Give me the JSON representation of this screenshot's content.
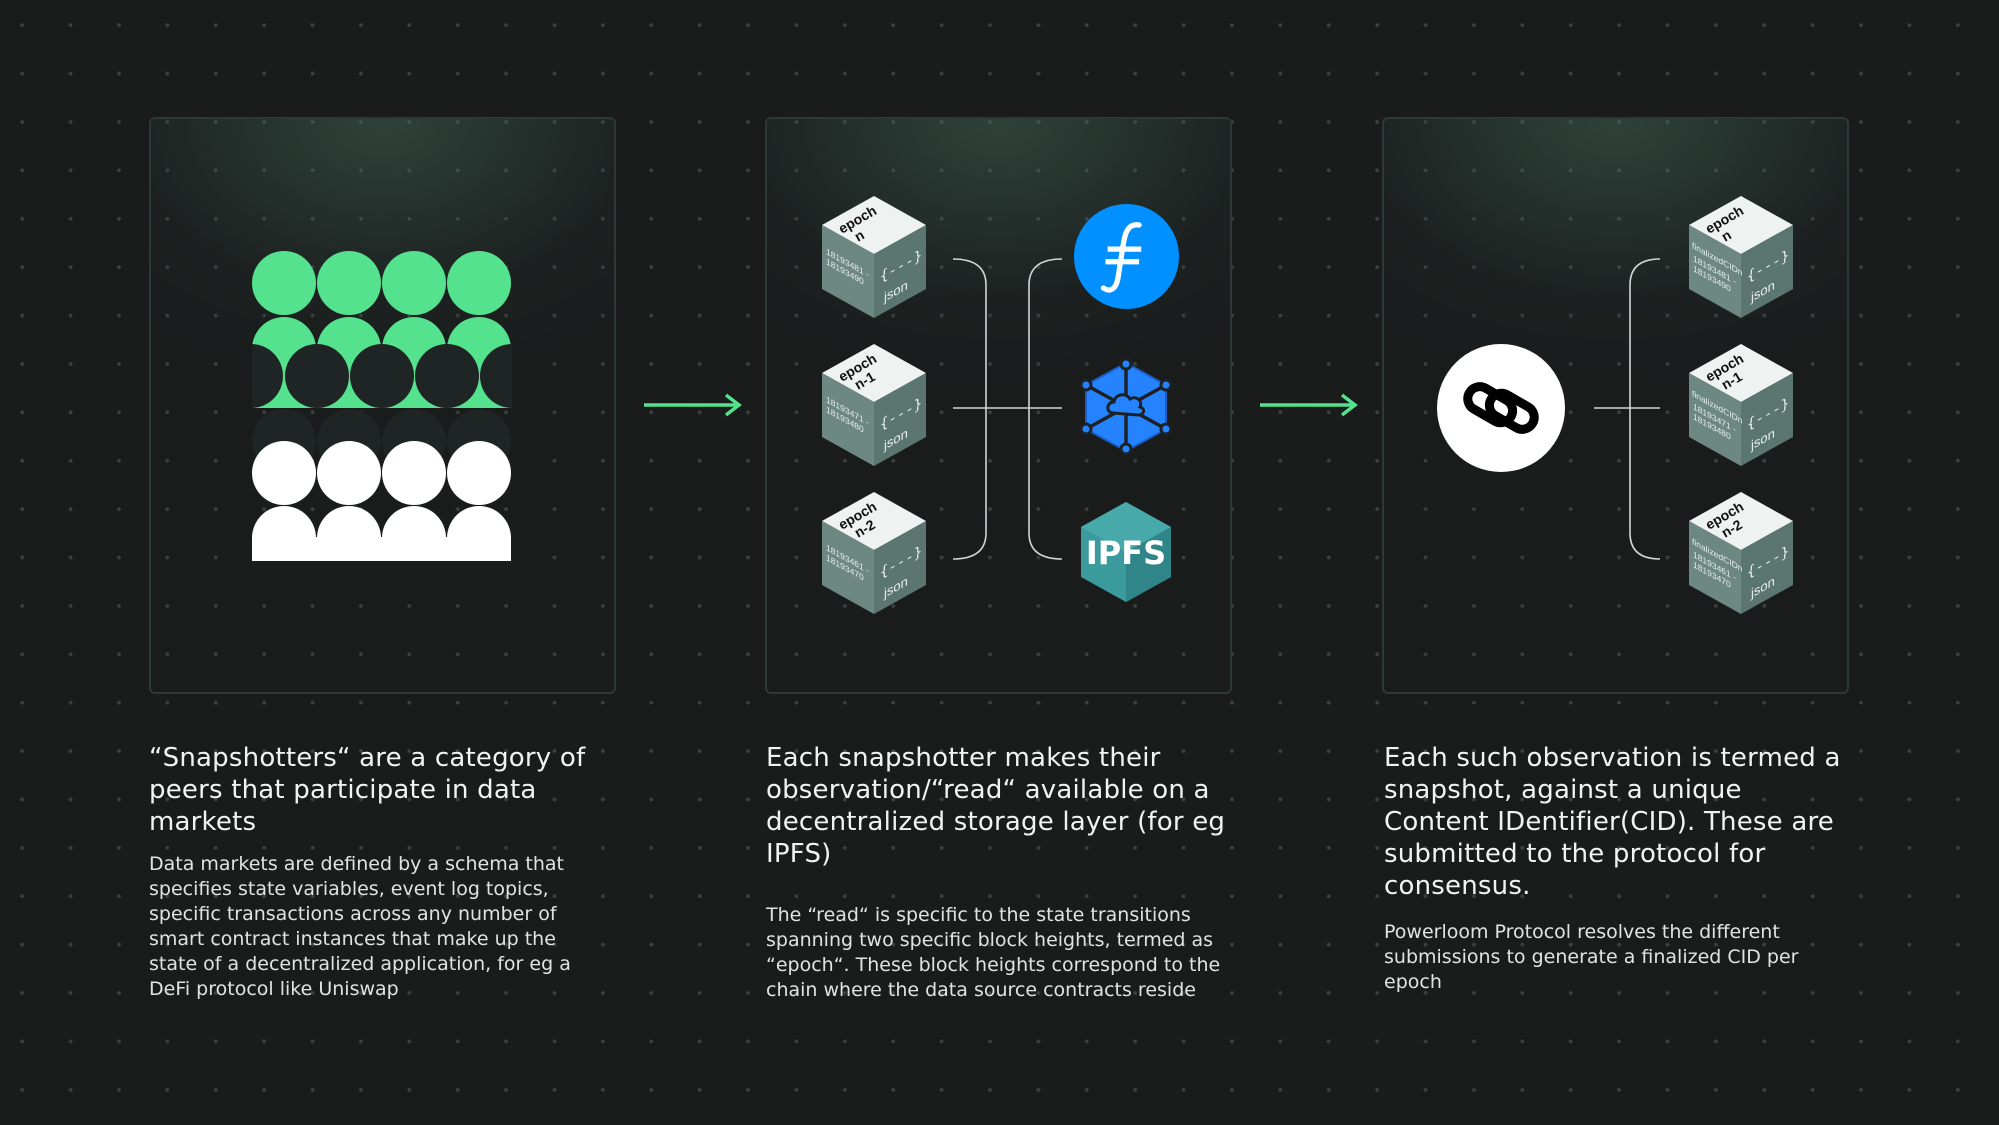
{
  "colors": {
    "accent_green": "#55e28f",
    "background": "#1a1c1c",
    "filecoin_blue": "#0090ff",
    "storj_blue": "#2683ff",
    "ipfs_teal": "#469ea2"
  },
  "icons": [
    "snapshotters-peers-icon",
    "arrow-right-icon",
    "filecoin-icon",
    "storj-icon",
    "ipfs-icon",
    "powerloom-logo-icon"
  ],
  "ipfs_label": "IPFS",
  "cubes_middle": [
    {
      "title1": "epoch",
      "title2": "n",
      "range1": "18193481 -",
      "range2": "18193490",
      "brace": "{---}",
      "format": "json"
    },
    {
      "title1": "epoch",
      "title2": "n-1",
      "range1": "18193471 -",
      "range2": "18193480",
      "brace": "{---}",
      "format": "json"
    },
    {
      "title1": "epoch",
      "title2": "n-2",
      "range1": "18193461 -",
      "range2": "18193470",
      "brace": "{---}",
      "format": "json"
    }
  ],
  "cubes_right": [
    {
      "title1": "epoch",
      "title2": "n",
      "cid": "finalizedCIDn",
      "range1": "18193481 -",
      "range2": "18193490",
      "brace": "{---}",
      "format": "json"
    },
    {
      "title1": "epoch",
      "title2": "n-1",
      "cid": "finalizedCIDn",
      "range1": "18193471 -",
      "range2": "18193480",
      "brace": "{---}",
      "format": "json"
    },
    {
      "title1": "epoch",
      "title2": "n-2",
      "cid": "finalizedCIDn",
      "range1": "18193461 -",
      "range2": "18193470",
      "brace": "{---}",
      "format": "json"
    }
  ],
  "captions": [
    {
      "heading": "“Snapshotters“ are a category of peers that participate in data markets",
      "body": "Data markets are defined by a schema that specifies state variables, event log topics, specific transactions across any number of smart contract instances that make up the state of a decentralized application, for eg a DeFi protocol like Uniswap"
    },
    {
      "heading": "Each snapshotter makes their observation/“read“ available on a decentralized storage layer (for eg IPFS)",
      "body": "The “read“ is specific to the state transitions spanning two specific block heights, termed as “epoch“. These block heights correspond to the chain where the data source contracts reside"
    },
    {
      "heading": "Each such observation is termed a snapshot, against a unique Content IDentifier(CID). These are submitted to the protocol for consensus.",
      "body": "Powerloom Protocol resolves the different submissions to generate a finalized CID per epoch"
    }
  ]
}
